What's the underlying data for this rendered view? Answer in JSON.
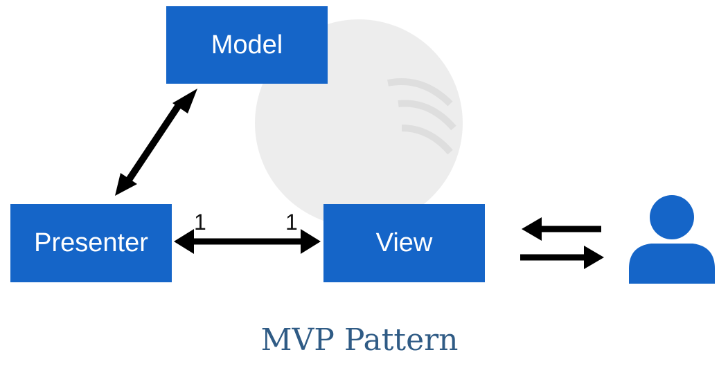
{
  "nodes": {
    "model": "Model",
    "presenter": "Presenter",
    "view": "View"
  },
  "multiplicity": {
    "presenter_side": "1",
    "view_side": "1"
  },
  "title": "MVP Pattern",
  "icons": {
    "user": "user-icon",
    "watermark": "logo-watermark"
  },
  "colors": {
    "box_fill": "#1565c8",
    "box_text": "#ffffff",
    "arrow": "#000000",
    "user_icon": "#1565c8",
    "title": "#2f5b85"
  }
}
